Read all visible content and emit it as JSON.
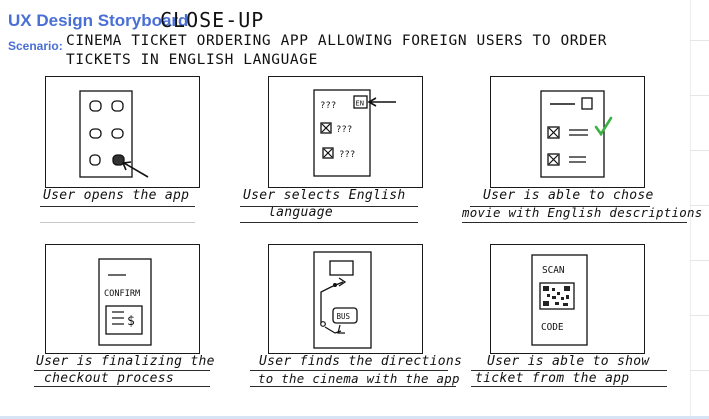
{
  "header": {
    "title": "UX Design Storyboard",
    "subtitle": "CLOSE-UP",
    "scenario_label": "Scenario:",
    "scenario_line1": "CINEMA TICKET ORDERING APP ALLOWING FOREIGN USERS TO ORDER",
    "scenario_line2": "TICKETS IN ENGLISH LANGUAGE"
  },
  "panels": [
    {
      "caption_line1": "User opens the app",
      "caption_line2": ""
    },
    {
      "caption_line1": "User selects English",
      "caption_line2": "language",
      "icons": {
        "unknown_1": "???",
        "unknown_2": "???",
        "unknown_3": "???",
        "english_button": "EN"
      }
    },
    {
      "caption_line1": "User is able to chose",
      "caption_line2": "movie with English descriptions",
      "check_color": "#3cb043"
    },
    {
      "caption_line1": "User is finalizing the",
      "caption_line2": "checkout process",
      "icons": {
        "confirm_label": "CONFIRM",
        "currency_symbol": "$"
      }
    },
    {
      "caption_line1": "User finds the directions",
      "caption_line2": "to the cinema with the app",
      "icons": {
        "bus_label": "BUS"
      }
    },
    {
      "caption_line1": "User is able to show",
      "caption_line2": "ticket from the app",
      "icons": {
        "scan_label": "SCAN",
        "code_label": "CODE"
      }
    }
  ],
  "colors": {
    "title_blue": "#4a6fd4",
    "ink": "#111111",
    "check_green": "#3cb043"
  }
}
